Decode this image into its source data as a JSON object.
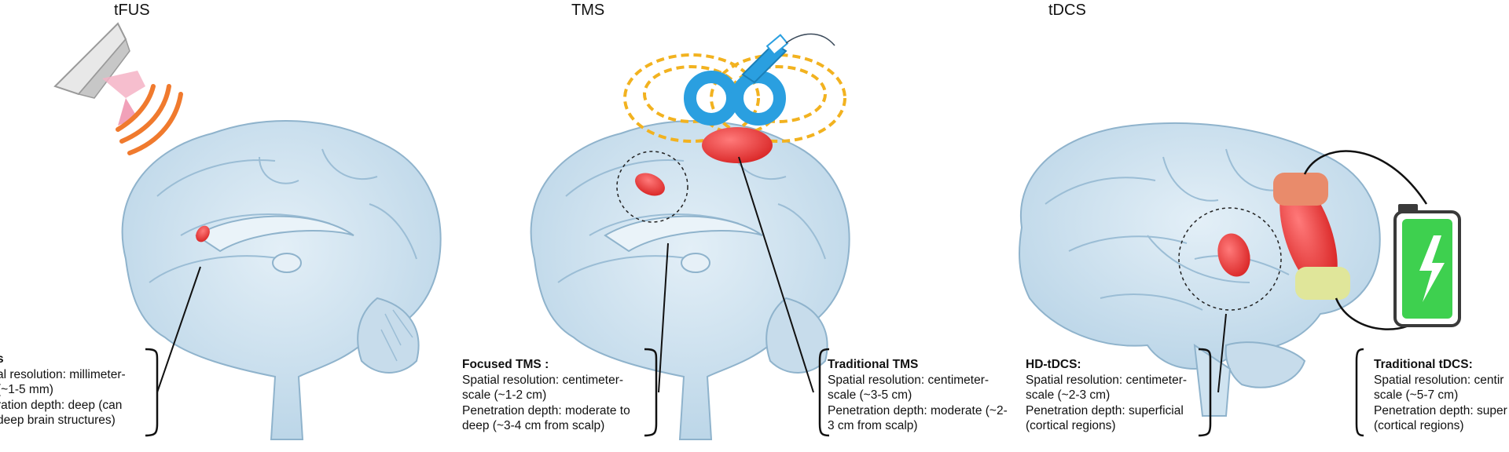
{
  "panels": {
    "tfus": {
      "title": "tFUS",
      "caption": {
        "heading": "s",
        "lines": [
          "al resolution: millimeter-",
          "(~1-5 mm)",
          "ration depth: deep (can",
          "deep brain structures)"
        ]
      }
    },
    "tms": {
      "title": "TMS",
      "focused": {
        "heading": "Focused TMS :",
        "lines": [
          "Spatial resolution: centimeter-",
          "scale (~1-2 cm)",
          "Penetration depth: moderate to",
          "deep (~3-4 cm from scalp)"
        ]
      },
      "traditional": {
        "heading": "Traditional TMS",
        "lines": [
          "Spatial resolution: centimeter-",
          "scale (~3-5 cm)",
          "Penetration depth: moderate (~2-",
          "3 cm from scalp)"
        ]
      }
    },
    "tdcs": {
      "title": "tDCS",
      "hd": {
        "heading": "HD-tDCS:",
        "lines": [
          "Spatial resolution: centimeter-",
          "scale (~2-3 cm)",
          "Penetration depth: superficial",
          "(cortical regions)"
        ]
      },
      "traditional": {
        "heading": "Traditional tDCS:",
        "lines": [
          "Spatial resolution: centir",
          "scale (~5-7 cm)",
          "Penetration depth: super",
          "(cortical regions)"
        ]
      }
    }
  },
  "colors": {
    "brain_fill": "#cfe3f0",
    "brain_stroke": "#8fb3cc",
    "target_red": "#e83a3a",
    "coil_blue": "#2a9fe0",
    "field_orange": "#f2b21f",
    "wave_orange": "#f07a2e",
    "battery_green": "#3ed04f",
    "electrode_top": "#e98b6b",
    "electrode_bottom": "#e0e69a"
  }
}
